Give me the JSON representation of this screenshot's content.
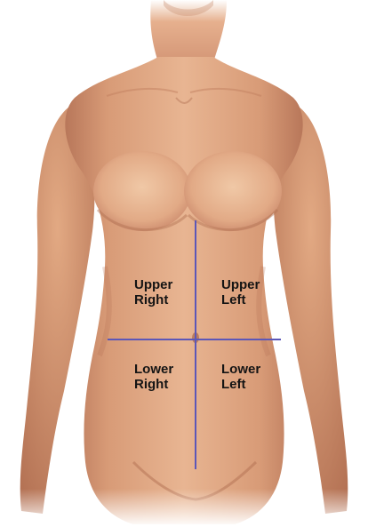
{
  "diagram": {
    "quadrants": [
      {
        "id": "upper-right",
        "label": "Upper\nRight"
      },
      {
        "id": "upper-left",
        "label": "Upper\nLeft"
      },
      {
        "id": "lower-right",
        "label": "Lower\nRight"
      },
      {
        "id": "lower-left",
        "label": "Lower\nLeft"
      }
    ],
    "colors": {
      "divider_line": "#5c57b8",
      "skin_base": "#dca17a",
      "skin_highlight": "#efc3a0",
      "skin_shadow": "#a8674a",
      "label_text": "#141414",
      "background": "#ffffff"
    }
  }
}
